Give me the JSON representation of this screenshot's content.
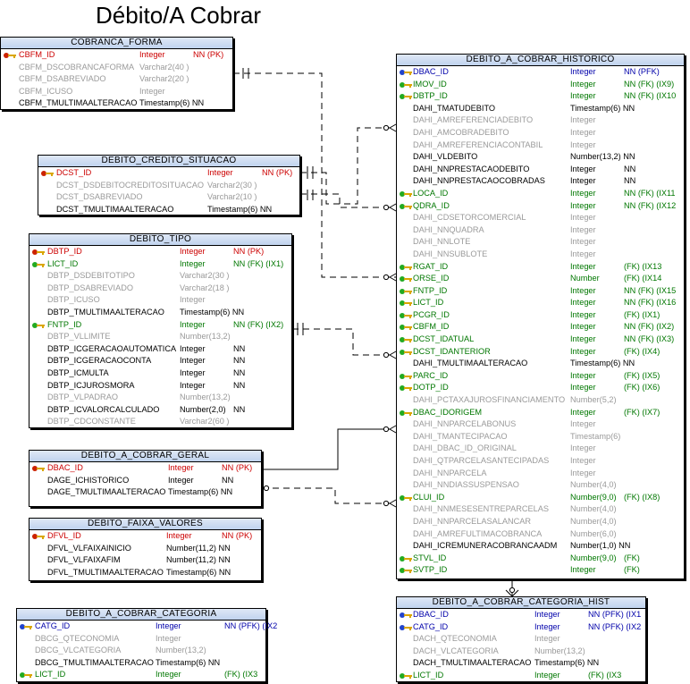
{
  "title": "Débito/A Cobrar",
  "colors": {
    "pk": "#cc0000",
    "fk": "#007700",
    "pfk": "#0000aa",
    "normal": "#000000",
    "muted": "#9a9a9a",
    "key_gold": "#d9a600"
  },
  "entities": [
    {
      "id": "cobranca_forma",
      "name": "COBRANCA_FORMA",
      "rows": [
        {
          "name": "CBFM_ID",
          "type": "Integer",
          "flags": "NN (PK)",
          "kind": "pk"
        },
        {
          "name": "CBFM_DSCOBRANCAFORMA",
          "type": "Varchar2(40 )",
          "flags": "",
          "kind": "muted"
        },
        {
          "name": "CBFM_DSABREVIADO",
          "type": "Varchar2(20 )",
          "flags": "",
          "kind": "muted"
        },
        {
          "name": "CBFM_ICUSO",
          "type": "Integer",
          "flags": "",
          "kind": "muted"
        },
        {
          "name": "CBFM_TMULTIMAALTERACAO",
          "type": "Timestamp(6) NN",
          "flags": "",
          "kind": "normal"
        }
      ]
    },
    {
      "id": "debito_credito_situacao",
      "name": "DEBITO_CREDITO_SITUACAO",
      "rows": [
        {
          "name": "DCST_ID",
          "type": "Integer",
          "flags": "NN (PK)",
          "kind": "pk"
        },
        {
          "name": "DCST_DSDEBITOCREDITOSITUACAO",
          "type": "Varchar2(30 )",
          "flags": "",
          "kind": "muted"
        },
        {
          "name": "DCST_DSABREVIADO",
          "type": "Varchar2(10 )",
          "flags": "",
          "kind": "muted"
        },
        {
          "name": "DCST_TMULTIMAALTERACAO",
          "type": "Timestamp(6)  NN",
          "flags": "",
          "kind": "normal"
        }
      ]
    },
    {
      "id": "debito_tipo",
      "name": "DEBITO_TIPO",
      "rows": [
        {
          "name": "DBTP_ID",
          "type": "Integer",
          "flags": "NN (PK)",
          "kind": "pk"
        },
        {
          "name": "LICT_ID",
          "type": "Integer",
          "flags": "NN (FK)  (IX1)",
          "kind": "fk"
        },
        {
          "name": "DBTP_DSDEBITOTIPO",
          "type": "Varchar2(30 )",
          "flags": "",
          "kind": "muted"
        },
        {
          "name": "DBTP_DSABREVIADO",
          "type": "Varchar2(18 )",
          "flags": "",
          "kind": "muted"
        },
        {
          "name": "DBTP_ICUSO",
          "type": "Integer",
          "flags": "",
          "kind": "muted"
        },
        {
          "name": "DBTP_TMULTIMAALTERACAO",
          "type": "Timestamp(6) NN",
          "flags": "",
          "kind": "normal"
        },
        {
          "name": "FNTP_ID",
          "type": "Integer",
          "flags": "NN (FK)  (IX2)",
          "kind": "fk"
        },
        {
          "name": "DBTP_VLLIMITE",
          "type": "Number(13,2)",
          "flags": "",
          "kind": "muted"
        },
        {
          "name": "DBTP_ICGERACAOAUTOMATICA",
          "type": "Integer",
          "flags": "NN",
          "kind": "normal"
        },
        {
          "name": "DBTP_ICGERACAOCONTA",
          "type": "Integer",
          "flags": "NN",
          "kind": "normal"
        },
        {
          "name": "DBTP_ICMULTA",
          "type": "Integer",
          "flags": "NN",
          "kind": "normal"
        },
        {
          "name": "DBTP_ICJUROSMORA",
          "type": "Integer",
          "flags": "NN",
          "kind": "normal"
        },
        {
          "name": "DBTP_VLPADRAO",
          "type": "Number(13,2)",
          "flags": "",
          "kind": "muted"
        },
        {
          "name": "DBTP_ICVALORCALCULADO",
          "type": "Number(2,0)",
          "flags": "NN",
          "kind": "normal"
        },
        {
          "name": "DBTP_CDCONSTANTE",
          "type": "Varchar2(60 )",
          "flags": "",
          "kind": "muted"
        }
      ]
    },
    {
      "id": "debito_a_cobrar_geral",
      "name": "DEBITO_A_COBRAR_GERAL",
      "rows": [
        {
          "name": "DBAC_ID",
          "type": "Integer",
          "flags": "NN (PK)",
          "kind": "pk"
        },
        {
          "name": "DAGE_ICHISTORICO",
          "type": "Integer",
          "flags": "NN",
          "kind": "normal"
        },
        {
          "name": "DAGE_TMULTIMAALTERACAO",
          "type": "Timestamp(6) NN",
          "flags": "",
          "kind": "normal"
        }
      ]
    },
    {
      "id": "debito_faixa_valores",
      "name": "DEBITO_FAIXA_VALORES",
      "rows": [
        {
          "name": "DFVL_ID",
          "type": "Integer",
          "flags": "NN (PK)",
          "kind": "pk"
        },
        {
          "name": "DFVL_VLFAIXAINICIO",
          "type": "Number(11,2) NN",
          "flags": "",
          "kind": "normal"
        },
        {
          "name": "DFVL_VLFAIXAFIM",
          "type": "Number(11,2) NN",
          "flags": "",
          "kind": "normal"
        },
        {
          "name": "DFVL_TMULTIMAALTERACAO",
          "type": "Timestamp(6) NN",
          "flags": "",
          "kind": "normal"
        }
      ]
    },
    {
      "id": "debito_a_cobrar_categoria",
      "name": "DEBITO_A_COBRAR_CATEGORIA",
      "rows": [
        {
          "name": "CATG_ID",
          "type": "Integer",
          "flags": "NN (PFK)  (IX2",
          "kind": "pfk"
        },
        {
          "name": "DBCG_QTECONOMIA",
          "type": "Integer",
          "flags": "",
          "kind": "muted"
        },
        {
          "name": "DBCG_VLCATEGORIA",
          "type": "Number(13,2)",
          "flags": "",
          "kind": "muted"
        },
        {
          "name": "DBCG_TMULTIMAALTERACAO",
          "type": "Timestamp(6) NN",
          "flags": "",
          "kind": "normal"
        },
        {
          "name": "LICT_ID",
          "type": "Integer",
          "flags": "(FK)     (IX3",
          "kind": "fk"
        }
      ]
    },
    {
      "id": "debito_a_cobrar_historico",
      "name": "DEBITO_A_COBRAR_HISTORICO",
      "rows": [
        {
          "name": "DBAC_ID",
          "type": "Integer",
          "flags": "NN (PFK)",
          "kind": "pfk"
        },
        {
          "name": "IMOV_ID",
          "type": "Integer",
          "flags": "NN (FK)   (IX9)",
          "kind": "fk"
        },
        {
          "name": "DBTP_ID",
          "type": "Integer",
          "flags": "NN (FK)   (IX10",
          "kind": "fk"
        },
        {
          "name": "DAHI_TMATUDEBITO",
          "type": "Timestamp(6)  NN",
          "flags": "",
          "kind": "normal"
        },
        {
          "name": "DAHI_AMREFERENCIADEBITO",
          "type": "Integer",
          "flags": "",
          "kind": "muted"
        },
        {
          "name": "DAHI_AMCOBRADEBITO",
          "type": "Integer",
          "flags": "",
          "kind": "muted"
        },
        {
          "name": "DAHI_AMREFERENCIACONTABIL",
          "type": "Integer",
          "flags": "",
          "kind": "muted"
        },
        {
          "name": "DAHI_VLDEBITO",
          "type": "Number(13,2)  NN",
          "flags": "",
          "kind": "normal"
        },
        {
          "name": "DAHI_NNPRESTACAODEBITO",
          "type": "Integer",
          "flags": "NN",
          "kind": "normal"
        },
        {
          "name": "DAHI_NNPRESTACAOCOBRADAS",
          "type": "Integer",
          "flags": "NN",
          "kind": "normal"
        },
        {
          "name": "LOCA_ID",
          "type": "Integer",
          "flags": "NN (FK)   (IX11",
          "kind": "fk"
        },
        {
          "name": "QDRA_ID",
          "type": "Integer",
          "flags": "NN (FK)   (IX12",
          "kind": "fk"
        },
        {
          "name": "DAHI_CDSETORCOMERCIAL",
          "type": "Integer",
          "flags": "",
          "kind": "muted"
        },
        {
          "name": "DAHI_NNQUADRA",
          "type": "Integer",
          "flags": "",
          "kind": "muted"
        },
        {
          "name": "DAHI_NNLOTE",
          "type": "Integer",
          "flags": "",
          "kind": "muted"
        },
        {
          "name": "DAHI_NNSUBLOTE",
          "type": "Integer",
          "flags": "",
          "kind": "muted"
        },
        {
          "name": "RGAT_ID",
          "type": "Integer",
          "flags": "(FK)   (IX13",
          "kind": "fk"
        },
        {
          "name": "ORSE_ID",
          "type": "Number",
          "flags": "(FK)   (IX14",
          "kind": "fk"
        },
        {
          "name": "FNTP_ID",
          "type": "Integer",
          "flags": "NN (FK)   (IX15",
          "kind": "fk"
        },
        {
          "name": "LICT_ID",
          "type": "Integer",
          "flags": "NN (FK)   (IX16",
          "kind": "fk"
        },
        {
          "name": "PCGR_ID",
          "type": "Integer",
          "flags": "(FK)   (IX1)",
          "kind": "fk"
        },
        {
          "name": "CBFM_ID",
          "type": "Integer",
          "flags": "NN (FK)   (IX2)",
          "kind": "fk"
        },
        {
          "name": "DCST_IDATUAL",
          "type": "Integer",
          "flags": "NN (FK)   (IX3)",
          "kind": "fk"
        },
        {
          "name": "DCST_IDANTERIOR",
          "type": "Integer",
          "flags": "(FK)   (IX4)",
          "kind": "fk"
        },
        {
          "name": "DAHI_TMULTIMAALTERACAO",
          "type": "Timestamp(6)  NN",
          "flags": "",
          "kind": "normal"
        },
        {
          "name": "PARC_ID",
          "type": "Integer",
          "flags": "(FK)   (IX5)",
          "kind": "fk"
        },
        {
          "name": "DOTP_ID",
          "type": "Integer",
          "flags": "(FK)   (IX6)",
          "kind": "fk"
        },
        {
          "name": "DAHI_PCTAXAJUROSFINANCIAMENTO",
          "type": "Number(5,2)",
          "flags": "",
          "kind": "muted"
        },
        {
          "name": "DBAC_IDORIGEM",
          "type": "Integer",
          "flags": "(FK)   (IX7)",
          "kind": "fk"
        },
        {
          "name": "DAHI_NNPARCELABONUS",
          "type": "Integer",
          "flags": "",
          "kind": "muted"
        },
        {
          "name": "DAHI_TMANTECIPACAO",
          "type": "Timestamp(6)",
          "flags": "",
          "kind": "muted"
        },
        {
          "name": "DAHI_DBAC_ID_ORIGINAL",
          "type": "Integer",
          "flags": "",
          "kind": "muted"
        },
        {
          "name": "DAHI_QTPARCELASANTECIPADAS",
          "type": "Integer",
          "flags": "",
          "kind": "muted"
        },
        {
          "name": "DAHI_NNPARCELA",
          "type": "Integer",
          "flags": "",
          "kind": "muted"
        },
        {
          "name": "DAHI_NNDIASSUSPENSAO",
          "type": "Number(4,0)",
          "flags": "",
          "kind": "muted"
        },
        {
          "name": "CLUI_ID",
          "type": "Number(9,0)",
          "flags": "(FK)   (IX8)",
          "kind": "fk"
        },
        {
          "name": "DAHI_NNMESESENTREPARCELAS",
          "type": "Number(4,0)",
          "flags": "",
          "kind": "muted"
        },
        {
          "name": "DAHI_NNPARCELASALANCAR",
          "type": "Number(4,0)",
          "flags": "",
          "kind": "muted"
        },
        {
          "name": "DAHI_AMREFULTIMACOBRANCA",
          "type": "Number(6,0)",
          "flags": "",
          "kind": "muted"
        },
        {
          "name": "DAHI_ICREMUNERACOBRANCAADM",
          "type": "Number(1,0)  NN",
          "flags": "",
          "kind": "normal"
        },
        {
          "name": "STVL_ID",
          "type": "Number(9,0)",
          "flags": "(FK)",
          "kind": "fk"
        },
        {
          "name": "SVTP_ID",
          "type": "Integer",
          "flags": "(FK)",
          "kind": "fk"
        }
      ]
    },
    {
      "id": "debito_a_cobrar_categoria_hist",
      "name": "DEBITO_A_COBRAR_CATEGORIA_HIST",
      "rows": [
        {
          "name": "DBAC_ID",
          "type": "Integer",
          "flags": "NN (PFK)  (IX1",
          "kind": "pfk"
        },
        {
          "name": "CATG_ID",
          "type": "Integer",
          "flags": "NN (PFK)  (IX2",
          "kind": "pfk"
        },
        {
          "name": "DACH_QTECONOMIA",
          "type": "Integer",
          "flags": "",
          "kind": "muted"
        },
        {
          "name": "DACH_VLCATEGORIA",
          "type": "Number(13,2)",
          "flags": "",
          "kind": "muted"
        },
        {
          "name": "DACH_TMULTIMAALTERACAO",
          "type": "Timestamp(6) NN",
          "flags": "",
          "kind": "normal"
        },
        {
          "name": "LICT_ID",
          "type": "Integer",
          "flags": "(FK)     (IX3",
          "kind": "fk"
        }
      ]
    }
  ]
}
